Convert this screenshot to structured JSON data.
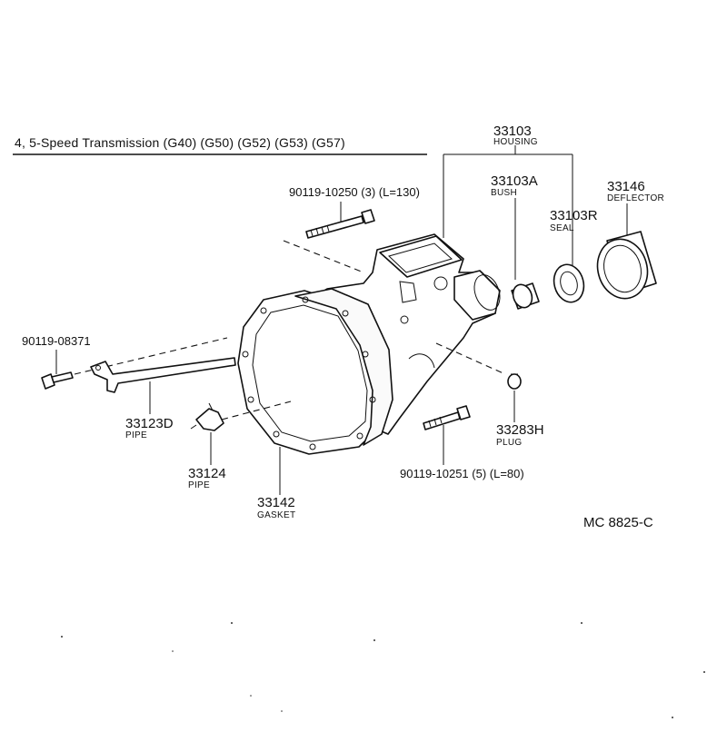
{
  "title": "4, 5-Speed Transmission (G40) (G50) (G52) (G53) (G57)",
  "drawing_code": "MC 8825-C",
  "parts": {
    "housing": {
      "number": "33103",
      "name": "HOUSING"
    },
    "bush": {
      "number": "33103A",
      "name": "BUSH"
    },
    "seal": {
      "number": "33103R",
      "name": "SEAL"
    },
    "deflector": {
      "number": "33146",
      "name": "DEFLECTOR"
    },
    "bolt_top": {
      "number": "90119-10250 (3) (L=130)"
    },
    "bolt_left": {
      "number": "90119-08371"
    },
    "pipe_d": {
      "number": "33123D",
      "name": "PIPE"
    },
    "pipe": {
      "number": "33124",
      "name": "PIPE"
    },
    "gasket": {
      "number": "33142",
      "name": "GASKET"
    },
    "plug": {
      "number": "33283H",
      "name": "PLUG"
    },
    "bolt_bottom": {
      "number": "90119-10251 (5) (L=80)"
    }
  }
}
